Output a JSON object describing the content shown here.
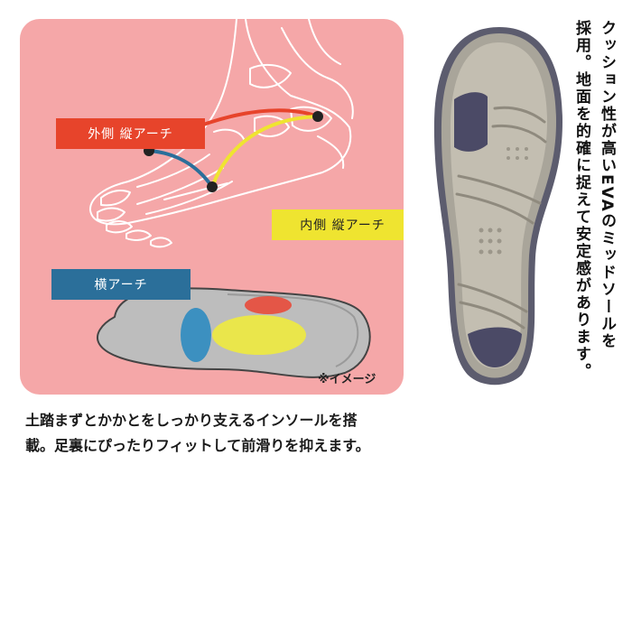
{
  "illustration": {
    "labels": {
      "outer_arch": "外側 縦アーチ",
      "inner_arch": "内側 縦アーチ",
      "transverse_arch": "横アーチ"
    },
    "image_note": "※イメージ",
    "colors": {
      "panel_bg": "#f5a7a8",
      "outer_arch": "#e7442b",
      "inner_arch": "#efe430",
      "transverse_arch": "#2b6f9a"
    }
  },
  "description": {
    "line1": "土踏まずとかかとをしっかり支えるインソールを搭",
    "line2": "載。足裏にぴったりフィットして前滑りを抑えます。"
  },
  "side_text": {
    "col1": "クッション性が高いEVAのミッドソールを",
    "col2": "採用。地面を的確に捉えて安定感があります。"
  }
}
